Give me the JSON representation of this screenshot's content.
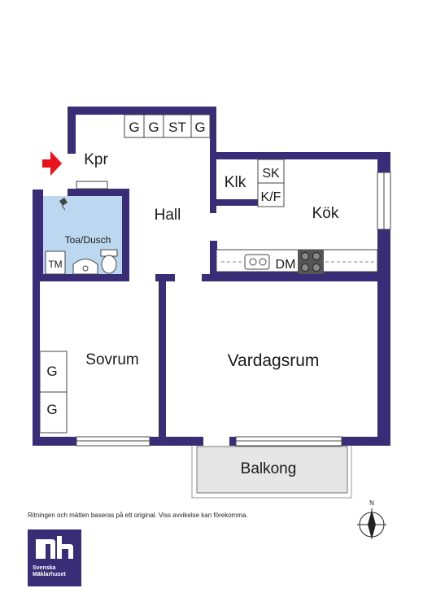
{
  "floorplan": {
    "rooms": {
      "kapprum": "Kpr",
      "hall": "Hall",
      "klk": "Klk",
      "kok": "Kök",
      "toa": "Toa/Dusch",
      "sovrum": "Sovrum",
      "vardagsrum": "Vardagsrum",
      "balkong": "Balkong"
    },
    "fixtures": {
      "hall_closets": [
        "G",
        "G",
        "ST",
        "G"
      ],
      "sk": "SK",
      "kf": "K/F",
      "tm": "TM",
      "dm": "DM",
      "sovrum_closets": [
        "G",
        "G"
      ]
    },
    "colors": {
      "wall": "#3a2d78",
      "bathroom": "#bcd8f0",
      "balcony": "#e6e6e6",
      "entrance_arrow": "#e8141c"
    }
  },
  "footer": {
    "disclaimer": "Ritningen och mätten baseras på ett original. Viss avvikelse kan förekomma.",
    "compass_label": "N",
    "logo_line1": "Svenska",
    "logo_line2": "Mäklarhuset",
    "logo_icon": "mh-monogram-icon"
  }
}
